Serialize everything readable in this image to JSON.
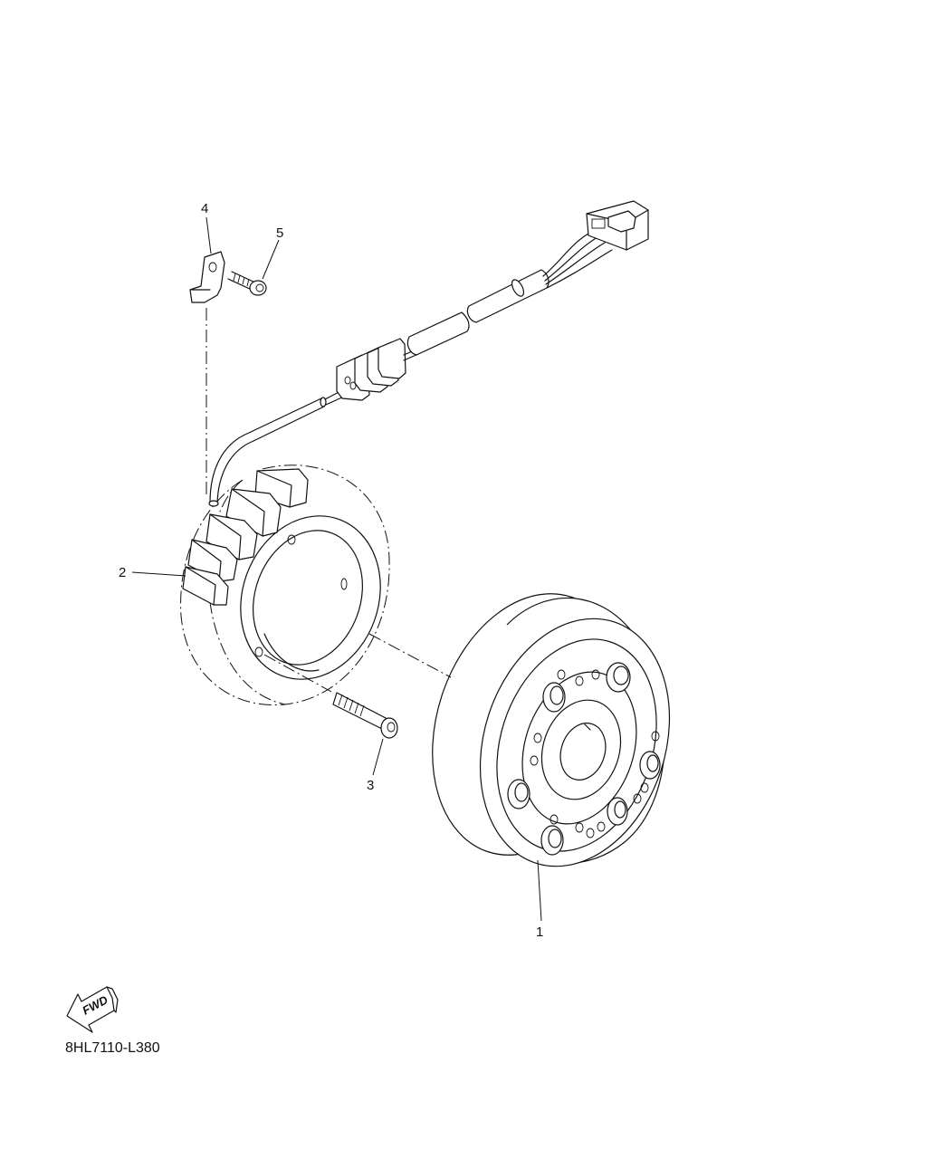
{
  "callouts": [
    {
      "id": "1",
      "text": "1"
    },
    {
      "id": "2",
      "text": "2"
    },
    {
      "id": "3",
      "text": "3"
    },
    {
      "id": "4",
      "text": "4"
    },
    {
      "id": "5",
      "text": "5"
    }
  ],
  "fwd_label": "FWD",
  "drawing_code": "8HL7110-L380"
}
